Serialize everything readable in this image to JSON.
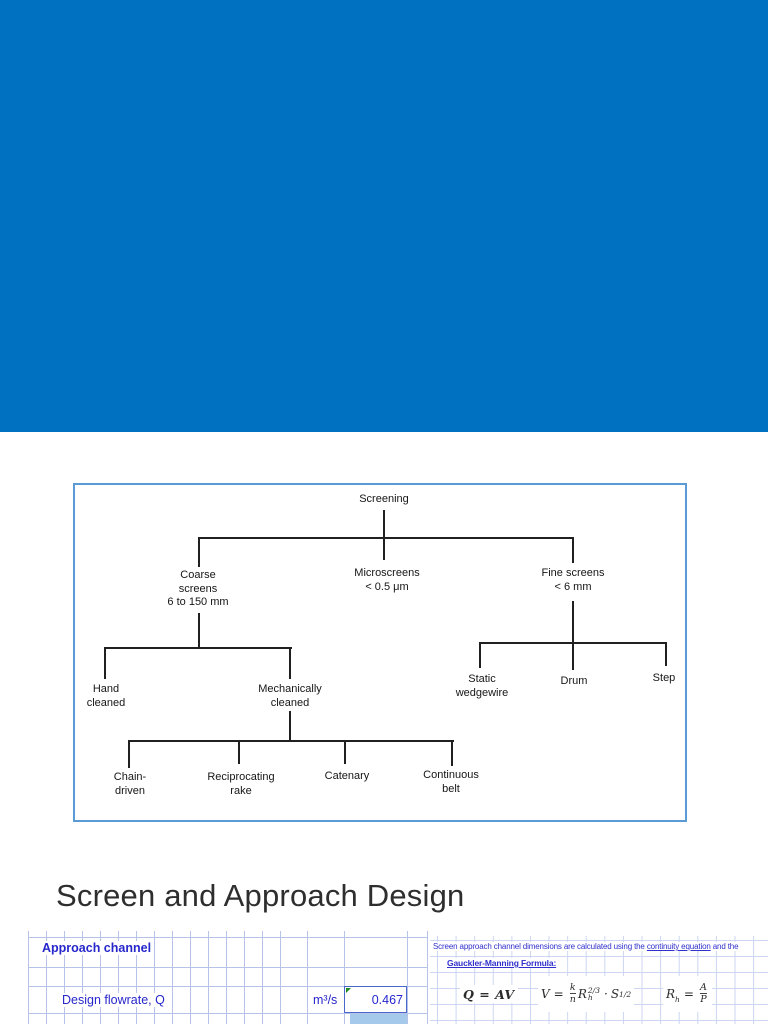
{
  "slide": {
    "background_color": "#0070c0"
  },
  "flowchart": {
    "border_color": "#5b9bd5",
    "nodes": {
      "screening": "Screening",
      "coarse": "Coarse\nscreens\n6 to 150 mm",
      "microscreens": "Microscreens\n< 0.5 μm",
      "fine_screens": "Fine screens\n< 6 mm",
      "hand_cleaned": "Hand\ncleaned",
      "mechanically_cleaned": "Mechanically\ncleaned",
      "chain_driven": "Chain-\ndriven",
      "reciprocating_rake": "Reciprocating\nrake",
      "catenary": "Catenary",
      "continuous_belt": "Continuous\nbelt",
      "static_wedgewire": "Static\nwedgewire",
      "drum": "Drum",
      "step": "Step"
    }
  },
  "title": "Screen and Approach Design",
  "worksheet": {
    "left": {
      "header": "Approach channel",
      "row": {
        "label": "Design flowrate, Q",
        "unit": "m³/s",
        "value": "0.467"
      },
      "text_color": "#2626cc",
      "grid_color": "#b6c2e8",
      "selected_cell_color": "#a4c9eb",
      "error_indicator_color": "#1f8a1f"
    },
    "right": {
      "note_pre": "Screen approach channel dimensions are calculated using the ",
      "note_link1": "continuity equation",
      "note_post": " and the",
      "note_link2": "Gauckler-Manning Formula:",
      "eq_continuity": "Q = AV",
      "eq_manning": {
        "lhs": "V",
        "eq": "=",
        "num": "k",
        "den": "n",
        "r": "R",
        "r_sub": "h",
        "r_sup": "2/3",
        "dot": "·",
        "s": "S",
        "s_sup": "1/2"
      },
      "eq_radius": {
        "lhs": "R",
        "lhs_sub": "h",
        "eq": "=",
        "num": "A",
        "den": "P"
      },
      "text_color": "#3030cc",
      "grid_color": "#ccd5f1"
    }
  }
}
